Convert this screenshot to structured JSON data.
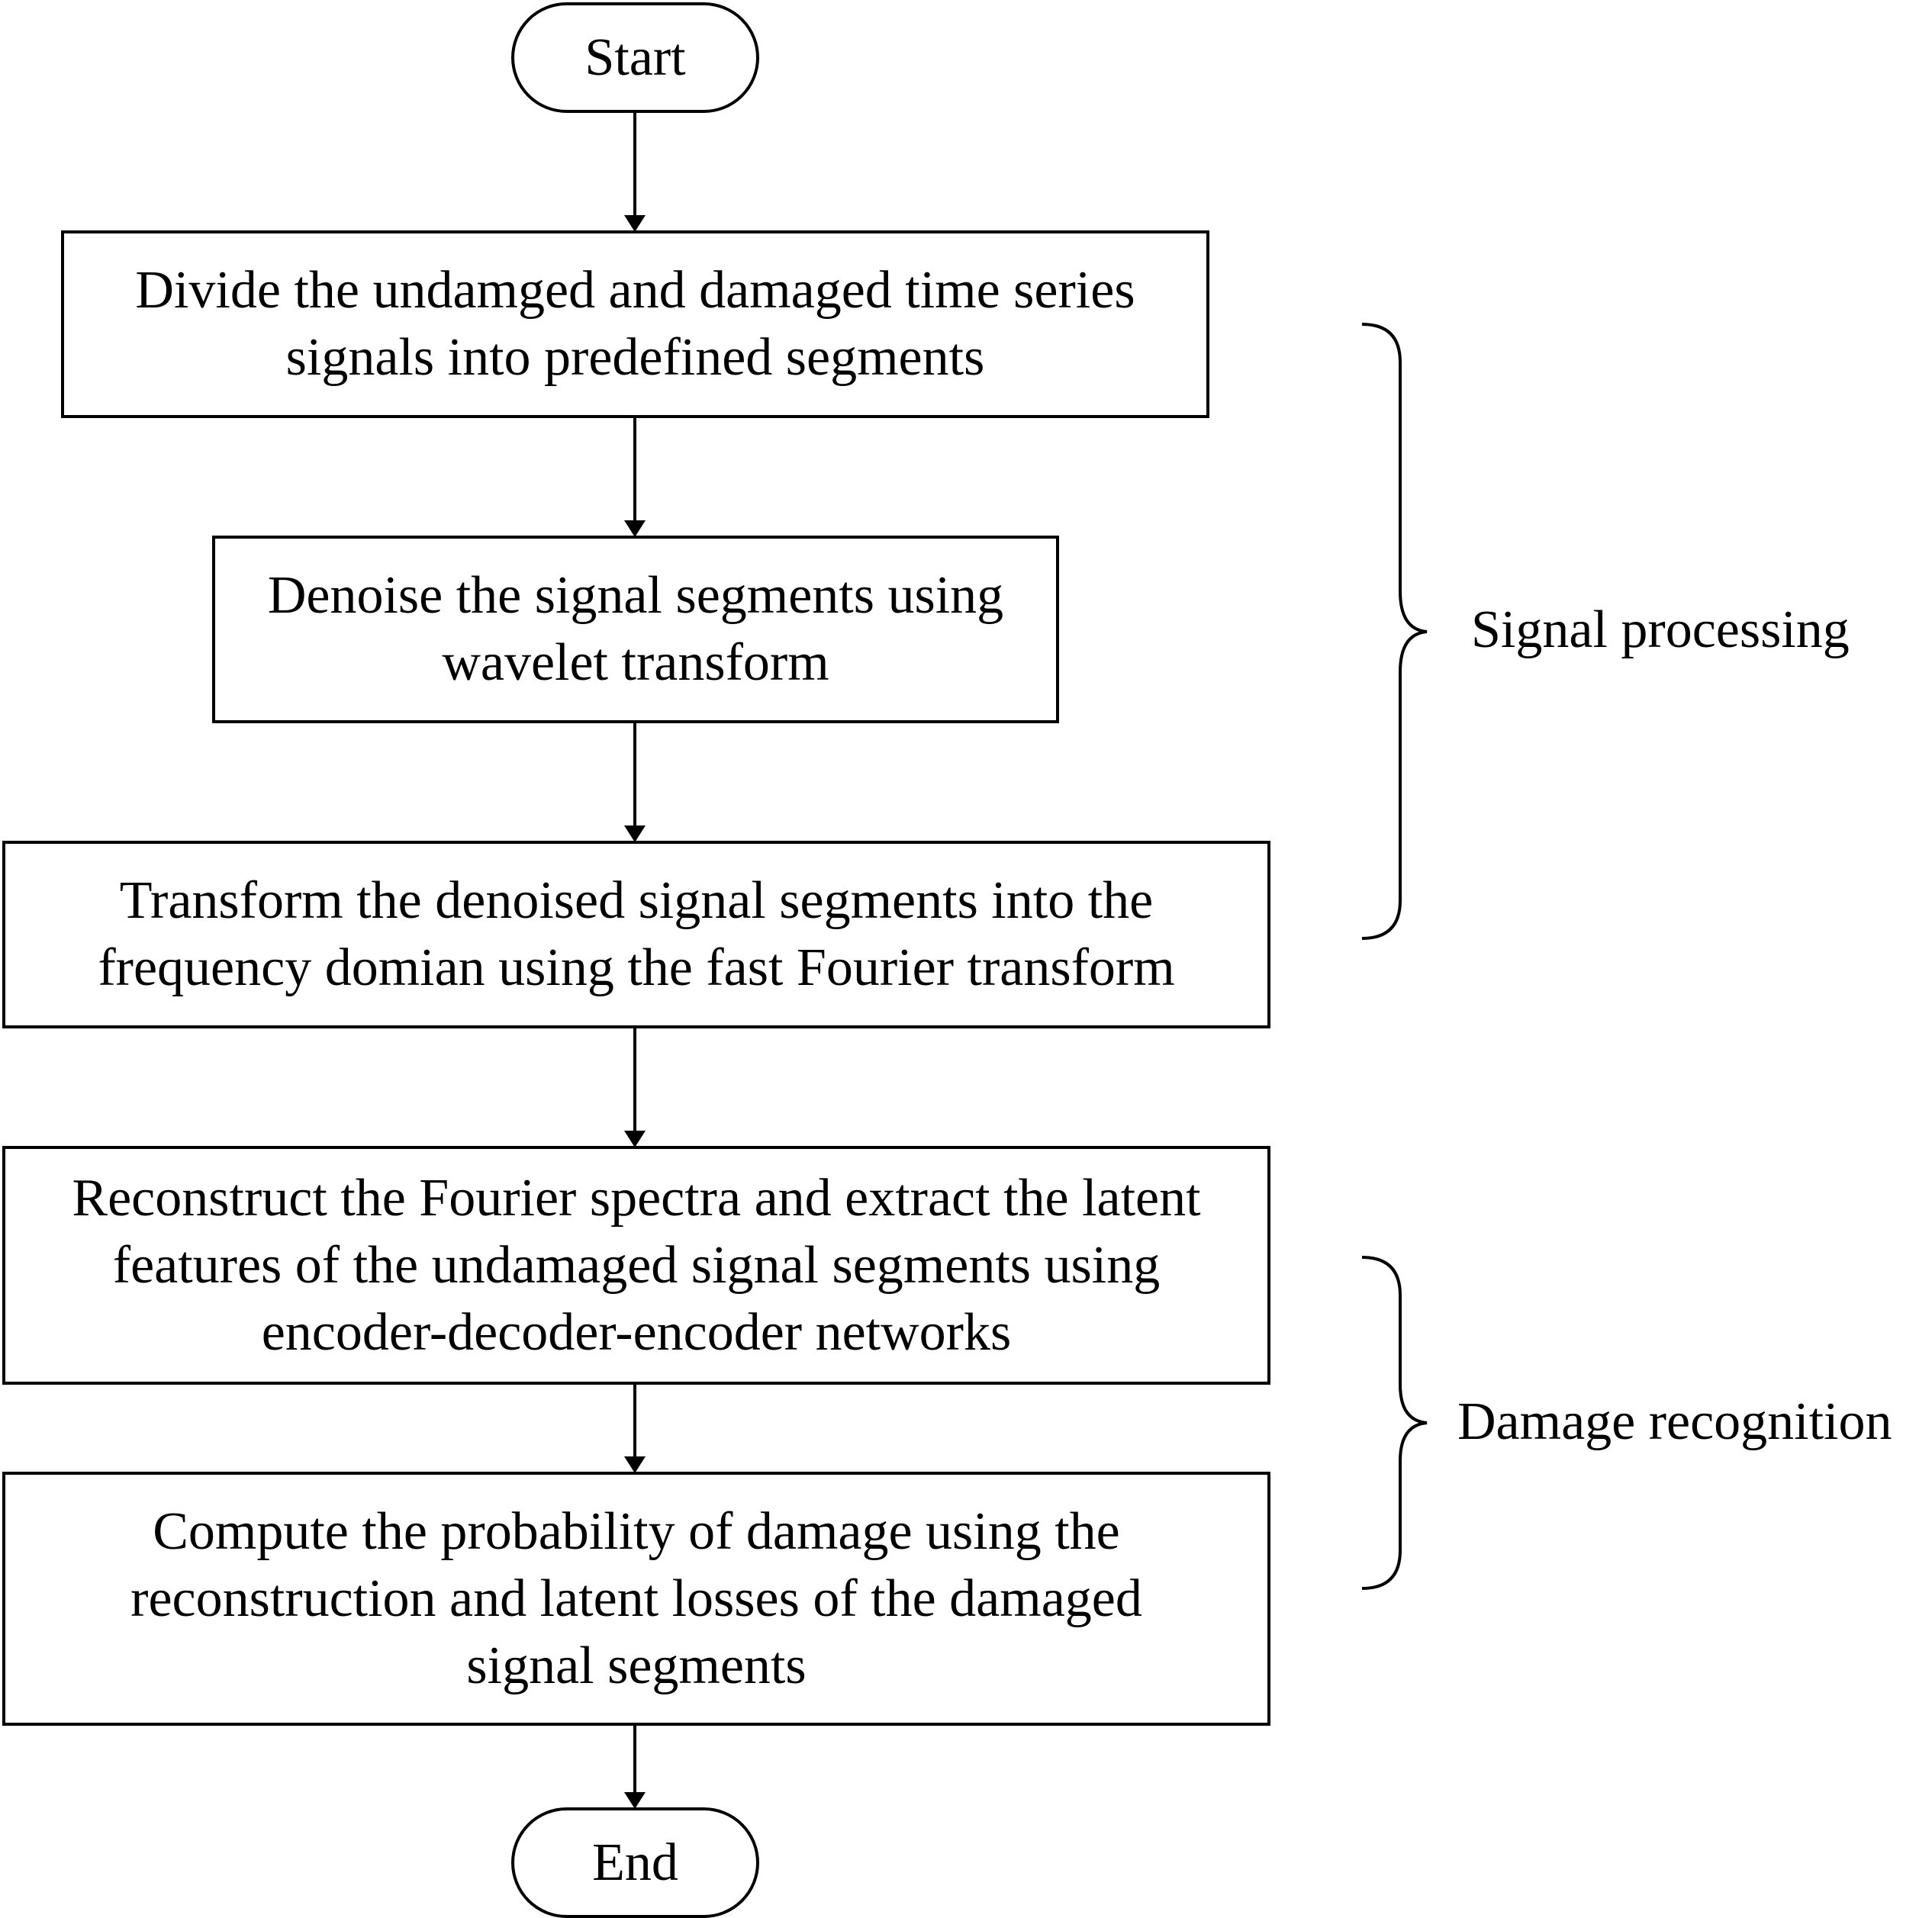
{
  "flowchart": {
    "start_label": "Start",
    "end_label": "End",
    "steps": [
      "Divide the undamged and damaged time series\nsignals into predefined segments",
      "Denoise the signal segments using\nwavelet transform",
      "Transform the denoised signal segments into the\nfrequency domian using the fast Fourier transform",
      "Reconstruct the Fourier spectra and extract the latent\nfeatures of the undamaged signal segments using\nencoder-decoder-encoder networks",
      "Compute the probability of damage using the\nreconstruction and latent losses of the damaged\nsignal segments"
    ],
    "groups": [
      "Signal processing",
      "Damage recognition"
    ]
  },
  "colors": {
    "stroke": "#000000",
    "background": "#ffffff"
  }
}
